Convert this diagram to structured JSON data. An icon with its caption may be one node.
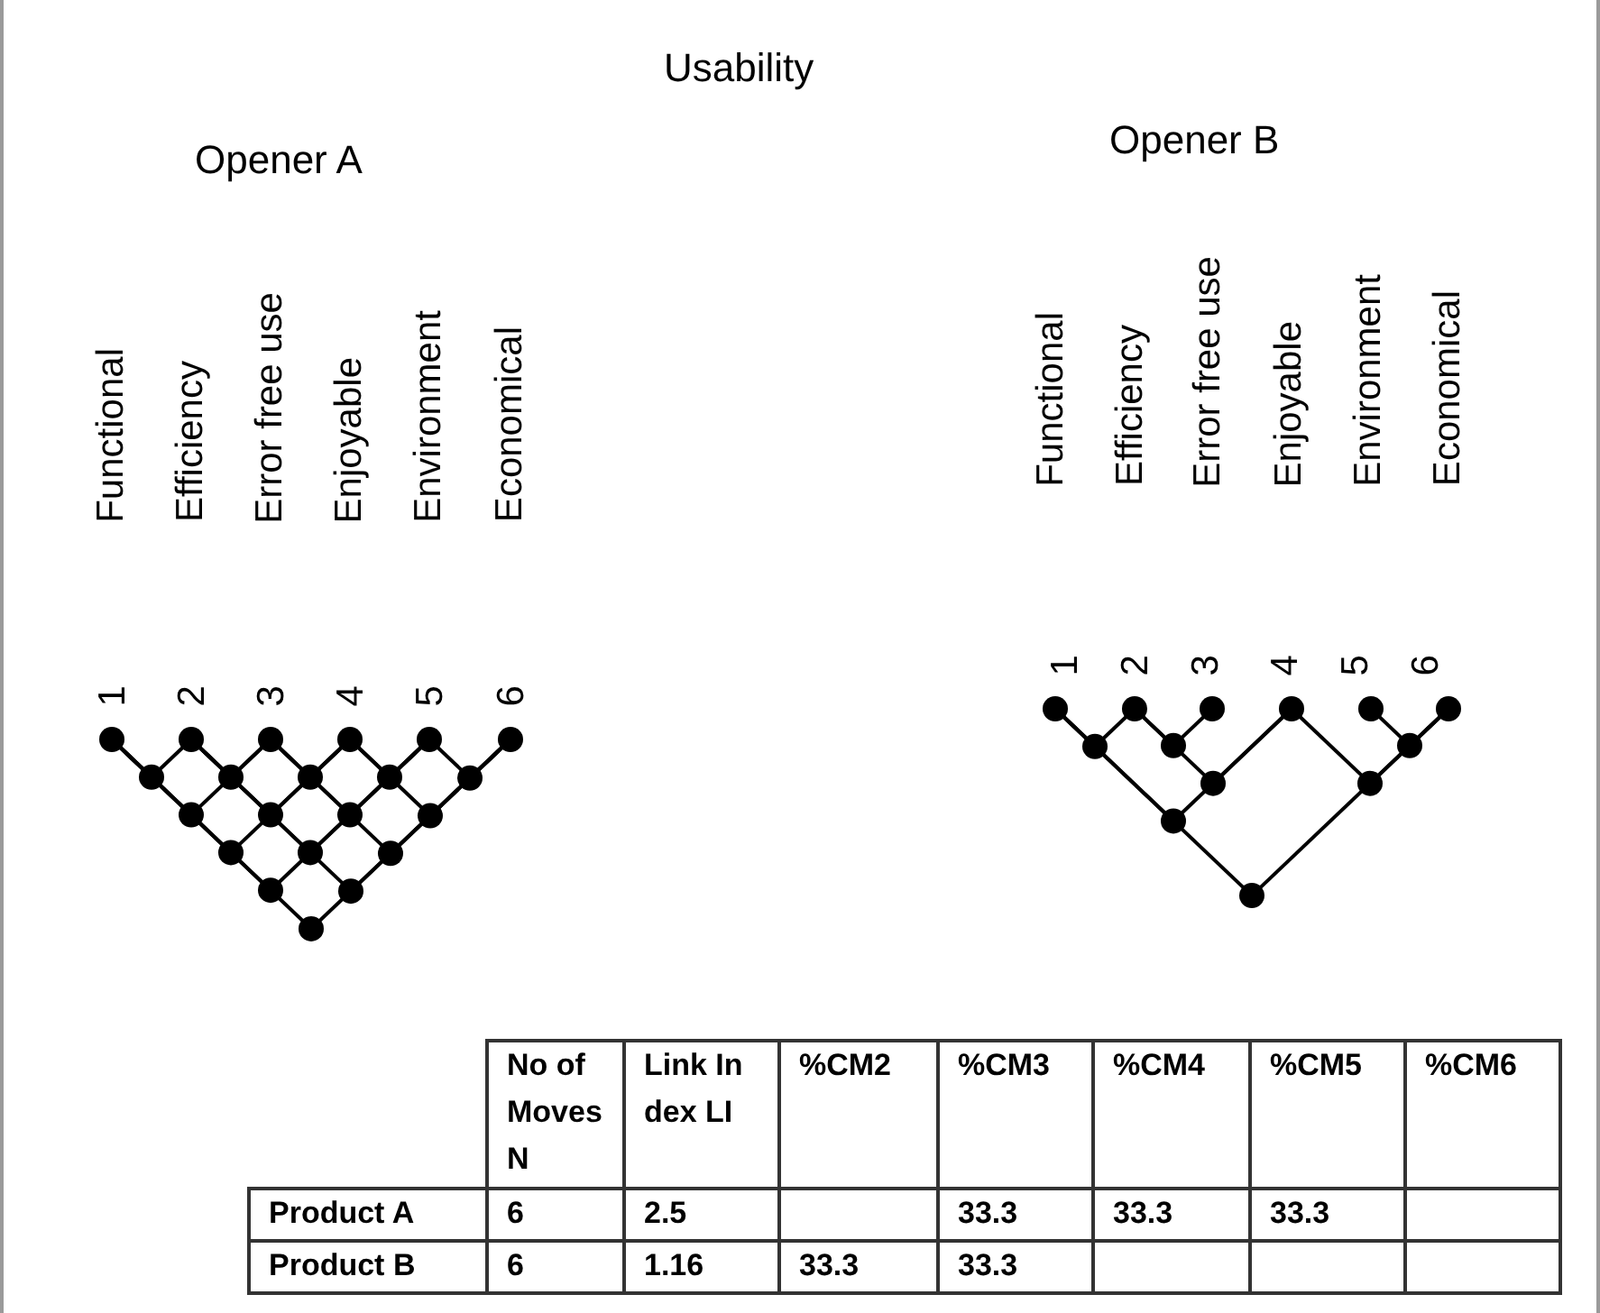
{
  "diagram": {
    "title": "Usability",
    "labels": [
      "Opener A",
      "Opener B",
      "Functional",
      "Efficiency",
      "Error free use",
      "Enjoyable",
      "Environment",
      "Economical",
      "Functional",
      "Efficiency",
      "Error free use",
      "Enjoyable",
      "Environment",
      "Economical",
      "1",
      "2",
      "3",
      "4",
      "5",
      "6",
      "1",
      "2",
      "3",
      "4",
      "5",
      "6",
      "No of Moves N",
      "Link Index LI",
      "%CM2",
      "%CM3",
      "%CM4",
      "%CM5",
      "%CM6",
      "Product A",
      "6",
      "2.5",
      "33.3",
      "33.3",
      "33.3",
      "Product B",
      "6",
      "1.16",
      "33.3",
      "33.3"
    ]
  }
}
